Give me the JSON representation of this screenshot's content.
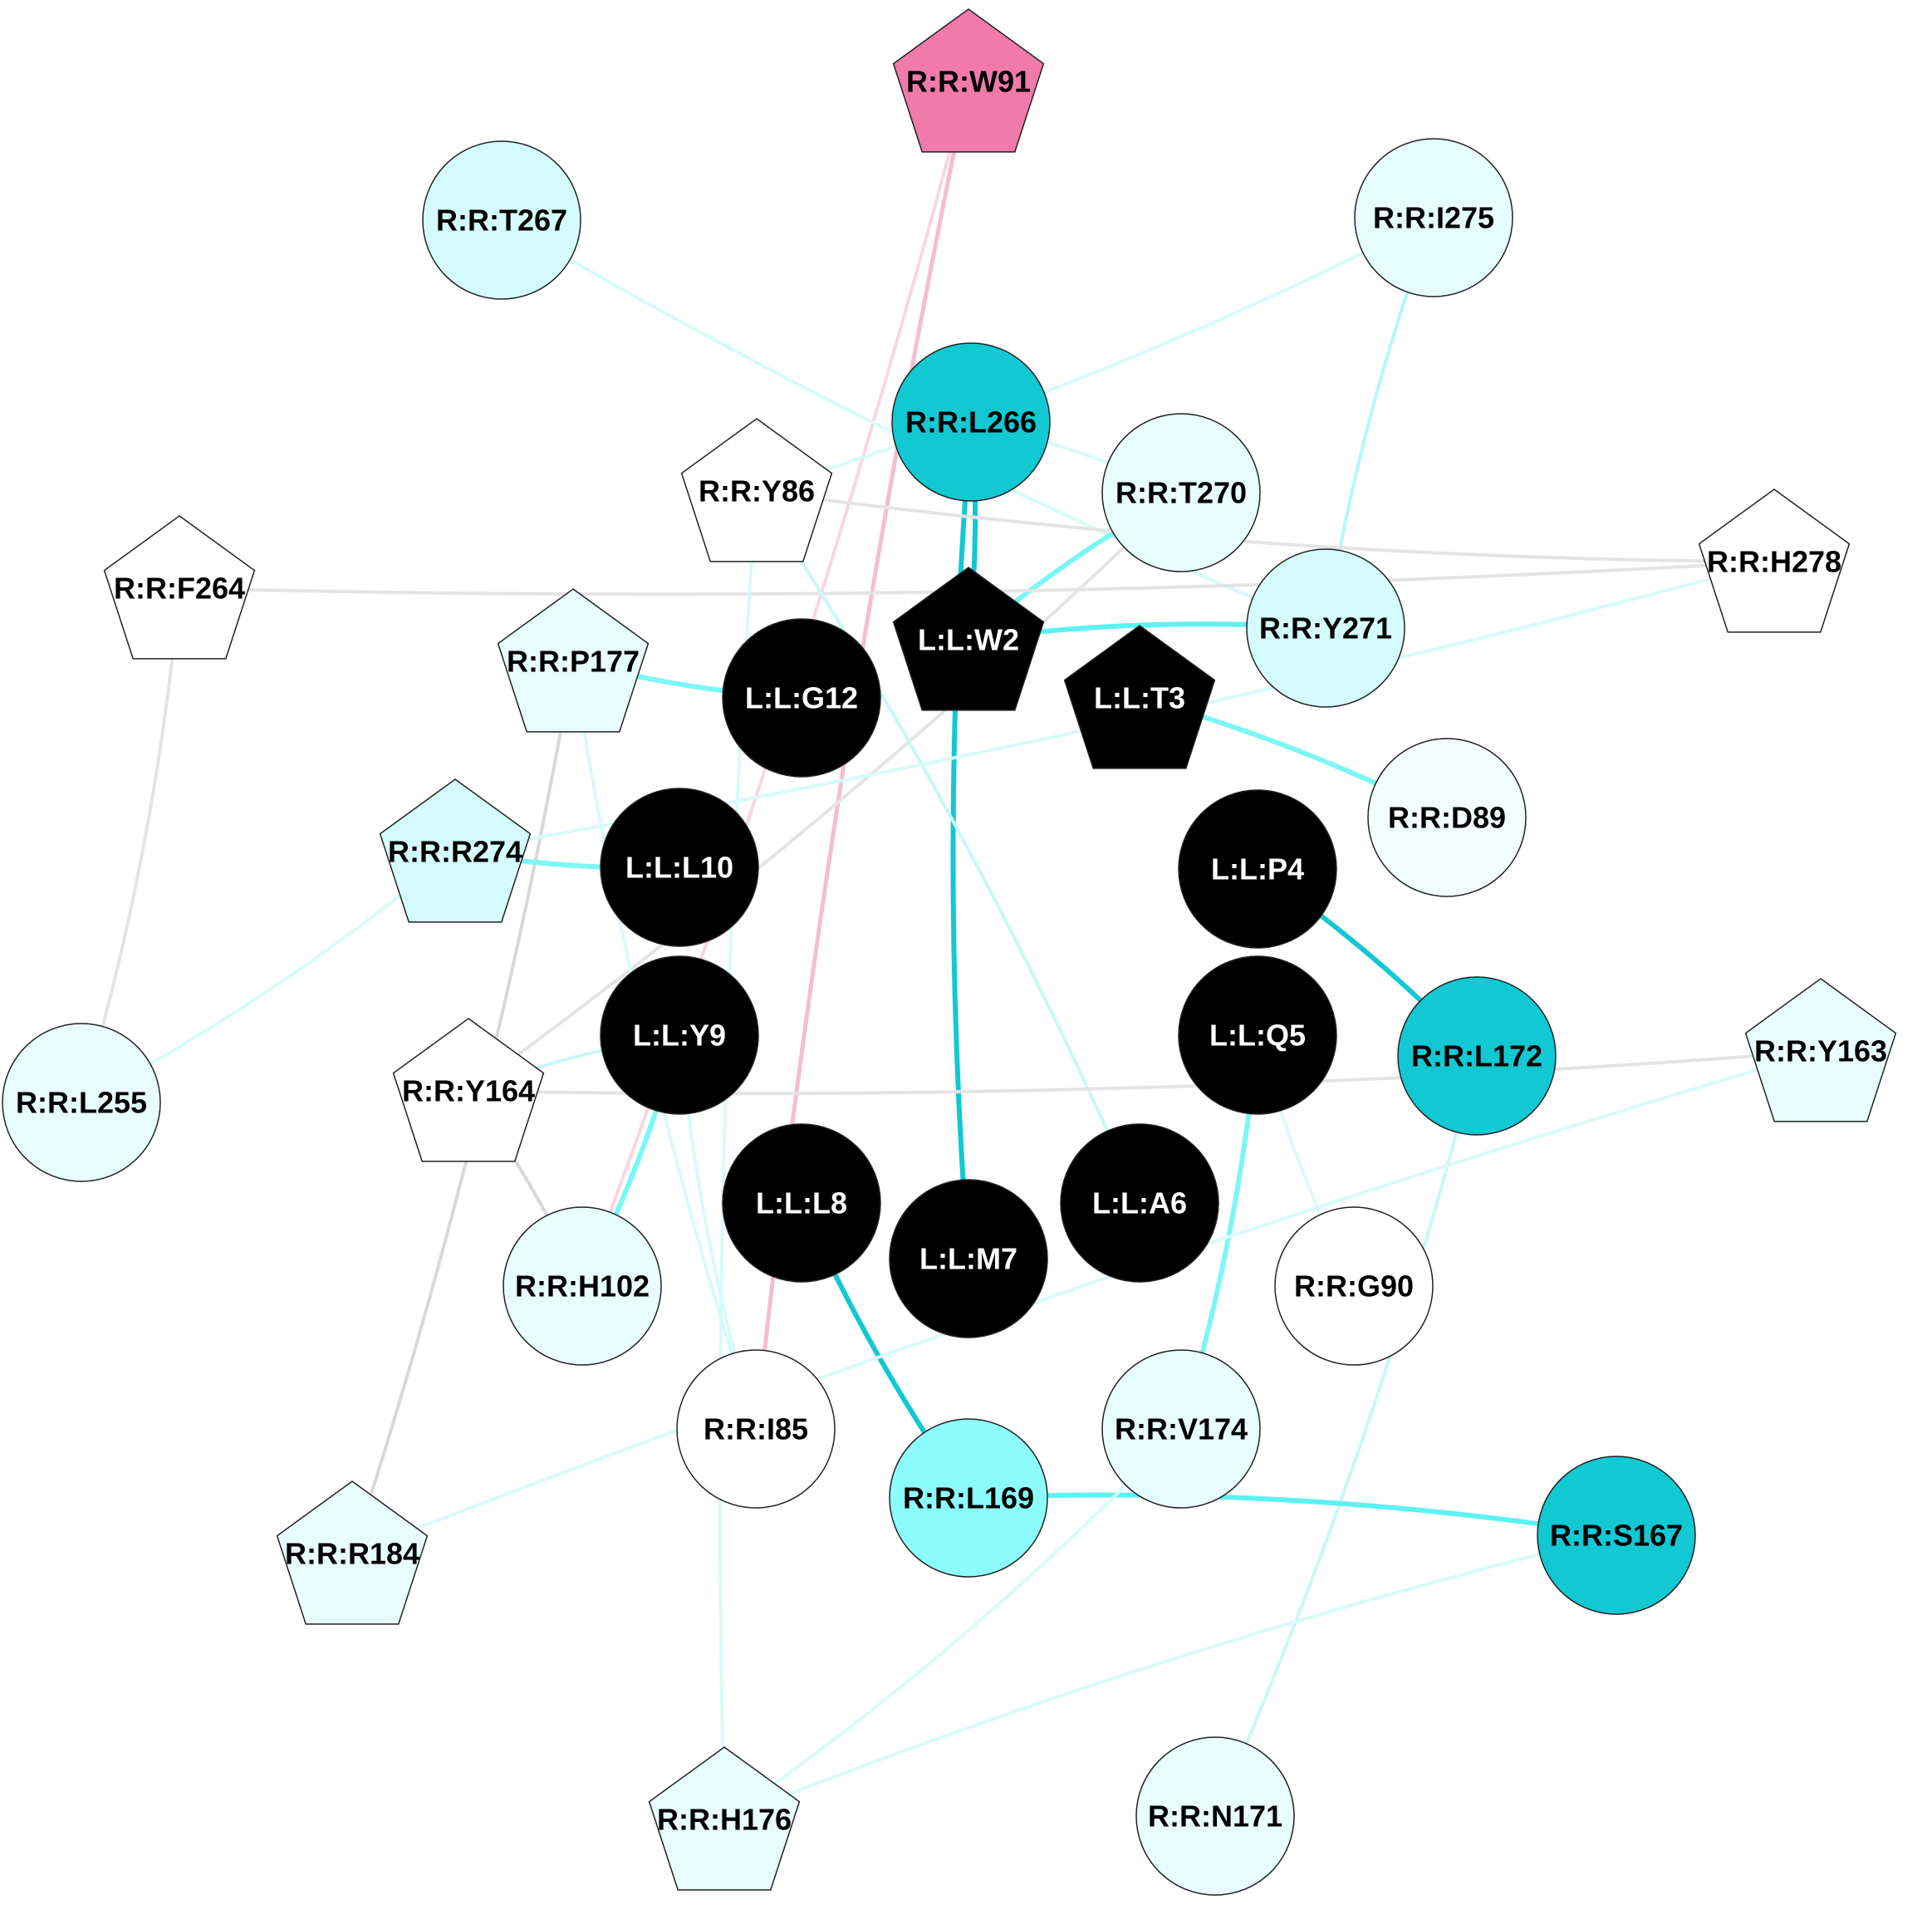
{
  "diagram": {
    "nodes": [
      {
        "id": "W91",
        "label": "R:R:W91",
        "shape": "pentagon",
        "fill": "#f07aaa",
        "text": "#000000"
      },
      {
        "id": "T267",
        "label": "R:R:T267",
        "shape": "circle",
        "fill": "#d4fcfc",
        "text": "#000000"
      },
      {
        "id": "I275",
        "label": "R:R:I275",
        "shape": "circle",
        "fill": "#e6fdfd",
        "text": "#000000"
      },
      {
        "id": "L266",
        "label": "R:R:L266",
        "shape": "circle",
        "fill": "#12c8d2",
        "text": "#000000"
      },
      {
        "id": "Y86",
        "label": "R:R:Y86",
        "shape": "pentagon",
        "fill": "#ffffff",
        "text": "#000000"
      },
      {
        "id": "T270",
        "label": "R:R:T270",
        "shape": "circle",
        "fill": "#e8fdfd",
        "text": "#000000"
      },
      {
        "id": "F264",
        "label": "R:R:F264",
        "shape": "pentagon",
        "fill": "#ffffff",
        "text": "#000000"
      },
      {
        "id": "H278",
        "label": "R:R:H278",
        "shape": "pentagon",
        "fill": "#ffffff",
        "text": "#000000"
      },
      {
        "id": "P177",
        "label": "R:R:P177",
        "shape": "pentagon",
        "fill": "#e8fdfd",
        "text": "#000000"
      },
      {
        "id": "W2",
        "label": "L:L:W2",
        "shape": "pentagon",
        "fill": "#000000",
        "text": "#ffffff"
      },
      {
        "id": "Y271",
        "label": "R:R:Y271",
        "shape": "circle",
        "fill": "#d4fcfc",
        "text": "#000000"
      },
      {
        "id": "G12",
        "label": "L:L:G12",
        "shape": "circle",
        "fill": "#000000",
        "text": "#ffffff"
      },
      {
        "id": "T3",
        "label": "L:L:T3",
        "shape": "pentagon",
        "fill": "#000000",
        "text": "#ffffff"
      },
      {
        "id": "D89",
        "label": "R:R:D89",
        "shape": "circle",
        "fill": "#f2fefe",
        "text": "#000000"
      },
      {
        "id": "R274",
        "label": "R:R:R274",
        "shape": "pentagon",
        "fill": "#d4fcfc",
        "text": "#000000"
      },
      {
        "id": "L10",
        "label": "L:L:L10",
        "shape": "circle",
        "fill": "#000000",
        "text": "#ffffff"
      },
      {
        "id": "P4",
        "label": "L:L:P4",
        "shape": "circle",
        "fill": "#000000",
        "text": "#ffffff"
      },
      {
        "id": "L255",
        "label": "R:R:L255",
        "shape": "circle",
        "fill": "#e8fdfd",
        "text": "#000000"
      },
      {
        "id": "Y9",
        "label": "L:L:Y9",
        "shape": "circle",
        "fill": "#000000",
        "text": "#ffffff"
      },
      {
        "id": "Q5",
        "label": "L:L:Q5",
        "shape": "circle",
        "fill": "#000000",
        "text": "#ffffff"
      },
      {
        "id": "L172",
        "label": "R:R:L172",
        "shape": "circle",
        "fill": "#12c8d2",
        "text": "#000000"
      },
      {
        "id": "Y163",
        "label": "R:R:Y163",
        "shape": "pentagon",
        "fill": "#e8fdfd",
        "text": "#000000"
      },
      {
        "id": "Y164",
        "label": "R:R:Y164",
        "shape": "pentagon",
        "fill": "#ffffff",
        "text": "#000000"
      },
      {
        "id": "L8",
        "label": "L:L:L8",
        "shape": "circle",
        "fill": "#000000",
        "text": "#ffffff"
      },
      {
        "id": "A6",
        "label": "L:L:A6",
        "shape": "circle",
        "fill": "#000000",
        "text": "#ffffff"
      },
      {
        "id": "M7",
        "label": "L:L:M7",
        "shape": "circle",
        "fill": "#000000",
        "text": "#ffffff"
      },
      {
        "id": "H102",
        "label": "R:R:H102",
        "shape": "circle",
        "fill": "#e8fdfd",
        "text": "#000000"
      },
      {
        "id": "G90",
        "label": "R:R:G90",
        "shape": "circle",
        "fill": "#ffffff",
        "text": "#000000"
      },
      {
        "id": "I85",
        "label": "R:R:I85",
        "shape": "circle",
        "fill": "#ffffff",
        "text": "#000000"
      },
      {
        "id": "V174",
        "label": "R:R:V174",
        "shape": "circle",
        "fill": "#e8fdfd",
        "text": "#000000"
      },
      {
        "id": "L169",
        "label": "R:R:L169",
        "shape": "circle",
        "fill": "#8cfcfc",
        "text": "#000000"
      },
      {
        "id": "S167",
        "label": "R:R:S167",
        "shape": "circle",
        "fill": "#12c8d2",
        "text": "#000000"
      },
      {
        "id": "R184",
        "label": "R:R:R184",
        "shape": "pentagon",
        "fill": "#e8fdfd",
        "text": "#000000"
      },
      {
        "id": "H176",
        "label": "R:R:H176",
        "shape": "pentagon",
        "fill": "#e8fdfd",
        "text": "#000000"
      },
      {
        "id": "N171",
        "label": "R:R:N171",
        "shape": "circle",
        "fill": "#e8fdfd",
        "text": "#000000"
      }
    ],
    "edges": [
      {
        "source": "W91",
        "target": "I85",
        "color": "#f6bcd4"
      },
      {
        "source": "W91",
        "target": "H102",
        "color": "#f9d6e4"
      },
      {
        "source": "T267",
        "target": "Y271",
        "color": "#d8fafa"
      },
      {
        "source": "I275",
        "target": "Y86",
        "color": "#d8fafa"
      },
      {
        "source": "I275",
        "target": "Y271",
        "color": "#b4f8f8"
      },
      {
        "source": "L266",
        "target": "W2",
        "color": "#12c8d2"
      },
      {
        "source": "L266",
        "target": "M7",
        "color": "#12c8d2"
      },
      {
        "source": "L266",
        "target": "T270",
        "color": "#d8fafa"
      },
      {
        "source": "T270",
        "target": "W2",
        "color": "#7cf6f6"
      },
      {
        "source": "T270",
        "target": "Y164",
        "color": "#e4e4e4"
      },
      {
        "source": "F264",
        "target": "H278",
        "color": "#e4e4e4"
      },
      {
        "source": "F264",
        "target": "L255",
        "color": "#e4e4e4"
      },
      {
        "source": "Y86",
        "target": "H278",
        "color": "#e4e4e4"
      },
      {
        "source": "Y86",
        "target": "A6",
        "color": "#c8f8f8"
      },
      {
        "source": "Y86",
        "target": "H176",
        "color": "#d8fafa"
      },
      {
        "source": "W2",
        "target": "Y271",
        "color": "#5cf2f2"
      },
      {
        "source": "P177",
        "target": "G12",
        "color": "#7cf6f6"
      },
      {
        "source": "P177",
        "target": "R184",
        "color": "#d8d8d8"
      },
      {
        "source": "P177",
        "target": "I85",
        "color": "#d8fafa"
      },
      {
        "source": "T3",
        "target": "D89",
        "color": "#7cf6f6"
      },
      {
        "source": "R274",
        "target": "L10",
        "color": "#7cf6f6"
      },
      {
        "source": "R274",
        "target": "L255",
        "color": "#d8fafa"
      },
      {
        "source": "R274",
        "target": "H278",
        "color": "#d8fafa"
      },
      {
        "source": "P4",
        "target": "L172",
        "color": "#12c8d2"
      },
      {
        "source": "Y9",
        "target": "Y164",
        "color": "#c8f8f8"
      },
      {
        "source": "Y9",
        "target": "H102",
        "color": "#7cf6f6"
      },
      {
        "source": "Y9",
        "target": "I85",
        "color": "#d8fafa"
      },
      {
        "source": "Q5",
        "target": "V174",
        "color": "#7cf6f6"
      },
      {
        "source": "Q5",
        "target": "G90",
        "color": "#d8fafa"
      },
      {
        "source": "L172",
        "target": "N171",
        "color": "#c8f8f8"
      },
      {
        "source": "Y164",
        "target": "Y163",
        "color": "#e4e4e4"
      },
      {
        "source": "Y164",
        "target": "H102",
        "color": "#d8d8d8"
      },
      {
        "source": "L8",
        "target": "L169",
        "color": "#12c8d2"
      },
      {
        "source": "L169",
        "target": "S167",
        "color": "#5cf2f2"
      },
      {
        "source": "S167",
        "target": "H176",
        "color": "#d8fafa"
      },
      {
        "source": "V174",
        "target": "H176",
        "color": "#d8fafa"
      },
      {
        "source": "Y163",
        "target": "R184",
        "color": "#d8fafa"
      }
    ]
  }
}
